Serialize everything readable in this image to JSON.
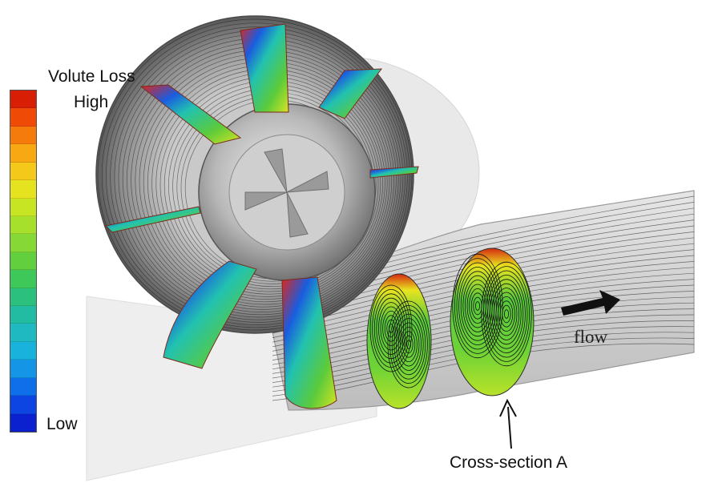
{
  "legend": {
    "title_line1": "Volute Loss",
    "title_line2": "High",
    "low_label": "Low",
    "colors": [
      "#d81e05",
      "#f04a07",
      "#f57b0c",
      "#f8a812",
      "#f5c91a",
      "#e5e320",
      "#c8e524",
      "#a6df2c",
      "#86d836",
      "#62cf3e",
      "#3ec85a",
      "#2cc07e",
      "#22bca2",
      "#1fb9c2",
      "#19b2dc",
      "#1495e6",
      "#0f6ee9",
      "#0d45e2",
      "#0b21cf"
    ]
  },
  "annotations": {
    "flow_label": "flow",
    "cross_section_label": "Cross-section A"
  }
}
